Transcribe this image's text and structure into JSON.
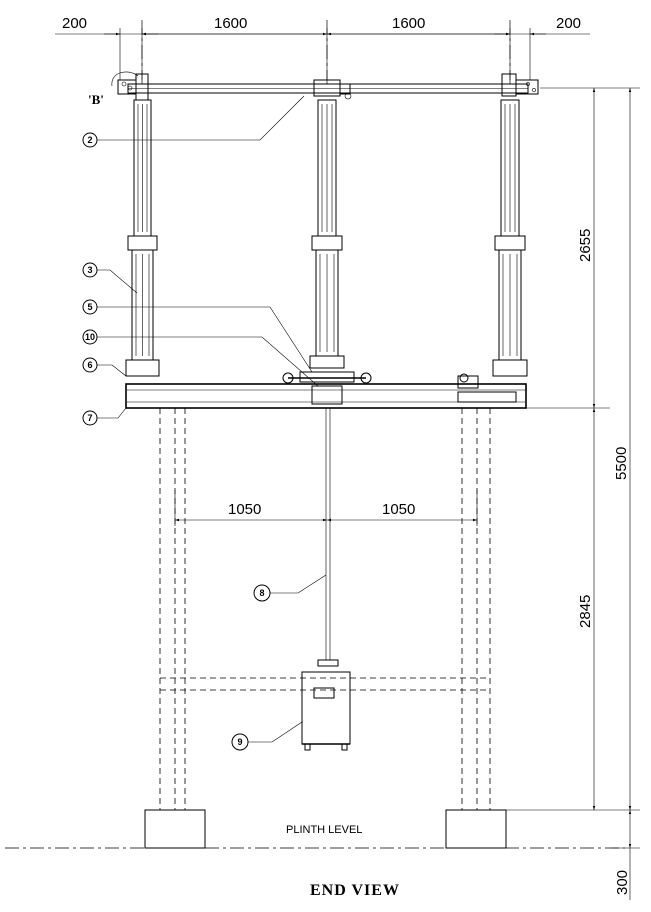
{
  "drawing": {
    "title": "END VIEW",
    "plinth_label": "PLINTH LEVEL",
    "detail_label": "'B'",
    "dimensions": {
      "top_left_overhang": "200",
      "top_left_span": "1600",
      "top_right_span": "1600",
      "top_right_overhang": "200",
      "mid_left_span": "1050",
      "mid_right_span": "1050",
      "insulator_height": "2655",
      "total_height": "5500",
      "structure_height": "2845",
      "plinth_height": "300"
    },
    "item_numbers": {
      "item_2": "2",
      "item_3": "3",
      "item_5": "5",
      "item_10": "10",
      "item_6": "6",
      "item_7": "7",
      "item_8": "8",
      "item_9": "9"
    }
  }
}
